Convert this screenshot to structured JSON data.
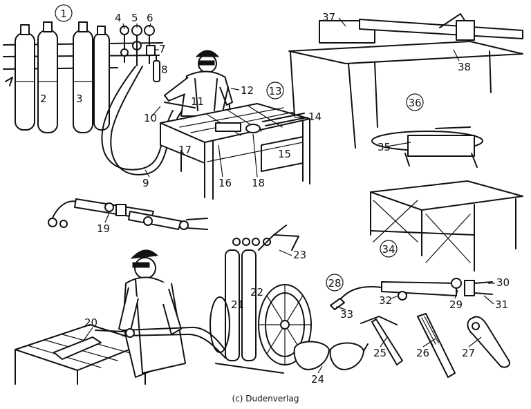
{
  "labels": {
    "l1": "1",
    "l2": "2",
    "l3": "3",
    "l4": "4",
    "l5": "5",
    "l6": "6",
    "l7": "7",
    "l8": "8",
    "l9": "9",
    "l10": "10",
    "l11": "11",
    "l12": "12",
    "l13": "13",
    "l14": "14",
    "l15": "15",
    "l16": "16",
    "l17": "17",
    "l18": "18",
    "l19": "19",
    "l20": "20",
    "l21": "21",
    "l22": "22",
    "l23": "23",
    "l24": "24",
    "l25": "25",
    "l26": "26",
    "l27": "27",
    "l28": "28",
    "l29": "29",
    "l30": "30",
    "l31": "31",
    "l32": "32",
    "l33": "33",
    "l34": "34",
    "l35": "35",
    "l36": "36",
    "l37": "37",
    "l38": "38"
  },
  "credit": "(c) Dudenverlag"
}
